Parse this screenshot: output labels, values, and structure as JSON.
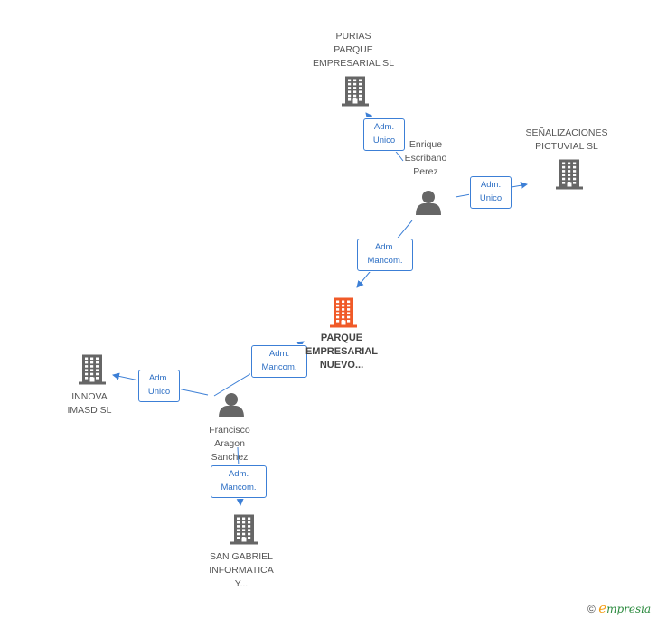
{
  "nodes": [
    {
      "id": "purias",
      "kind": "company",
      "label": "PURIAS\nPARQUE\nEMPRESARIAL SL",
      "color": "#666666"
    },
    {
      "id": "senalizaciones",
      "kind": "company",
      "label": "SEÑALIZACIONES\nPICTUVIAL SL",
      "color": "#666666"
    },
    {
      "id": "enrique",
      "kind": "person",
      "label": "Enrique\nEscribano\nPerez",
      "color": "#666666"
    },
    {
      "id": "parque",
      "kind": "company",
      "label": "PARQUE\nEMPRESARIAL\nNUEVO...",
      "color": "#f05a28",
      "main": true
    },
    {
      "id": "innova",
      "kind": "company",
      "label": "INNOVA\nIMASD SL",
      "color": "#666666"
    },
    {
      "id": "francisco",
      "kind": "person",
      "label": "Francisco\nAragon\nSanchez",
      "color": "#666666"
    },
    {
      "id": "sangabriel",
      "kind": "company",
      "label": "SAN GABRIEL\nINFORMATICA\nY...",
      "color": "#666666"
    }
  ],
  "edges": [
    {
      "from": "enrique",
      "to": "purias",
      "label": "Adm.\nUnico"
    },
    {
      "from": "enrique",
      "to": "senalizaciones",
      "label": "Adm.\nUnico"
    },
    {
      "from": "enrique",
      "to": "parque",
      "label": "Adm.\nMancom."
    },
    {
      "from": "francisco",
      "to": "parque",
      "label": "Adm.\nMancom."
    },
    {
      "from": "francisco",
      "to": "innova",
      "label": "Adm.\nUnico"
    },
    {
      "from": "francisco",
      "to": "sangabriel",
      "label": "Adm.\nMancom."
    }
  ],
  "colors": {
    "edge": "#3c7fd6",
    "icon": "#666666",
    "main": "#f05a28"
  },
  "watermark": {
    "copyright": "©",
    "brand_initial": "e",
    "brand_rest": "mpresia"
  }
}
